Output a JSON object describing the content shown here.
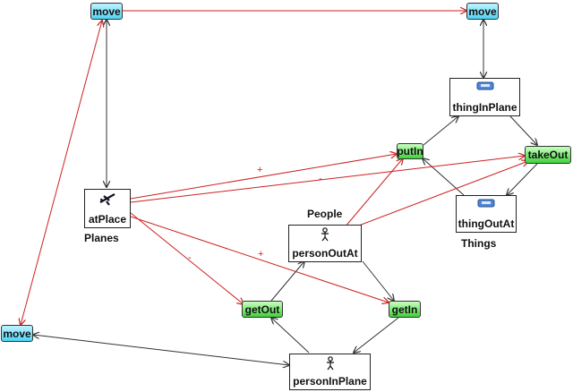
{
  "transitions": {
    "move_top_left": "move",
    "move_top_right": "move",
    "move_bottom_left": "move",
    "put_in": "putIn",
    "take_out": "takeOut",
    "get_out": "getOut",
    "get_in": "getIn"
  },
  "places": {
    "at_place": "atPlace",
    "thing_in_plane": "thingInPlane",
    "thing_out_at": "thingOutAt",
    "person_out_at": "personOutAt",
    "person_in_plane": "personInPlane"
  },
  "captions": {
    "planes": "Planes",
    "people": "People",
    "things": "Things"
  },
  "arc_signs": {
    "plus_1": "+",
    "minus_1": "-",
    "minus_2": "-",
    "plus_2": "+"
  },
  "icons": {
    "plane": "airplane-icon",
    "thing": "thing-icon",
    "person": "stick-person-icon"
  },
  "colors": {
    "red_arc": "#cc2222",
    "dark_arc": "#333333",
    "move_fill": "#4fd3f5",
    "green_fill": "#3fd23a"
  }
}
